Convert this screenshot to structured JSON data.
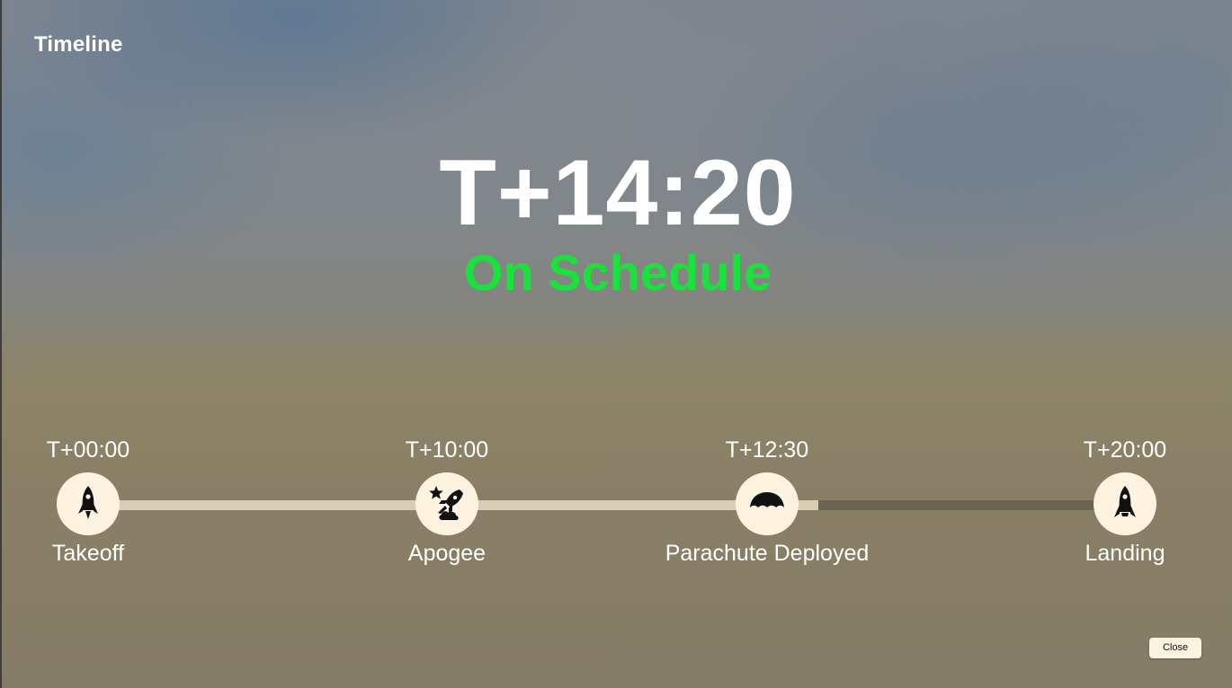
{
  "page": {
    "title": "Timeline"
  },
  "clock": {
    "time": "T+14:20",
    "status": "On Schedule",
    "status_color": "#19e23a"
  },
  "progress": {
    "completed_milestones": 3,
    "total_milestones": 4
  },
  "milestones": [
    {
      "time": "T+00:00",
      "label": "Takeoff",
      "icon": "rocket-icon",
      "completed": true
    },
    {
      "time": "T+10:00",
      "label": "Apogee",
      "icon": "rocket-star-cloud-icon",
      "completed": true
    },
    {
      "time": "T+12:30",
      "label": "Parachute Deployed",
      "icon": "parachute-icon",
      "completed": true
    },
    {
      "time": "T+20:00",
      "label": "Landing",
      "icon": "rocket-icon",
      "completed": false
    }
  ],
  "colors": {
    "node_fill": "#fdf3e0",
    "track_completed": "#d8cdb7",
    "track_remaining": "#6c6350"
  },
  "buttons": {
    "close_label": "Close"
  }
}
